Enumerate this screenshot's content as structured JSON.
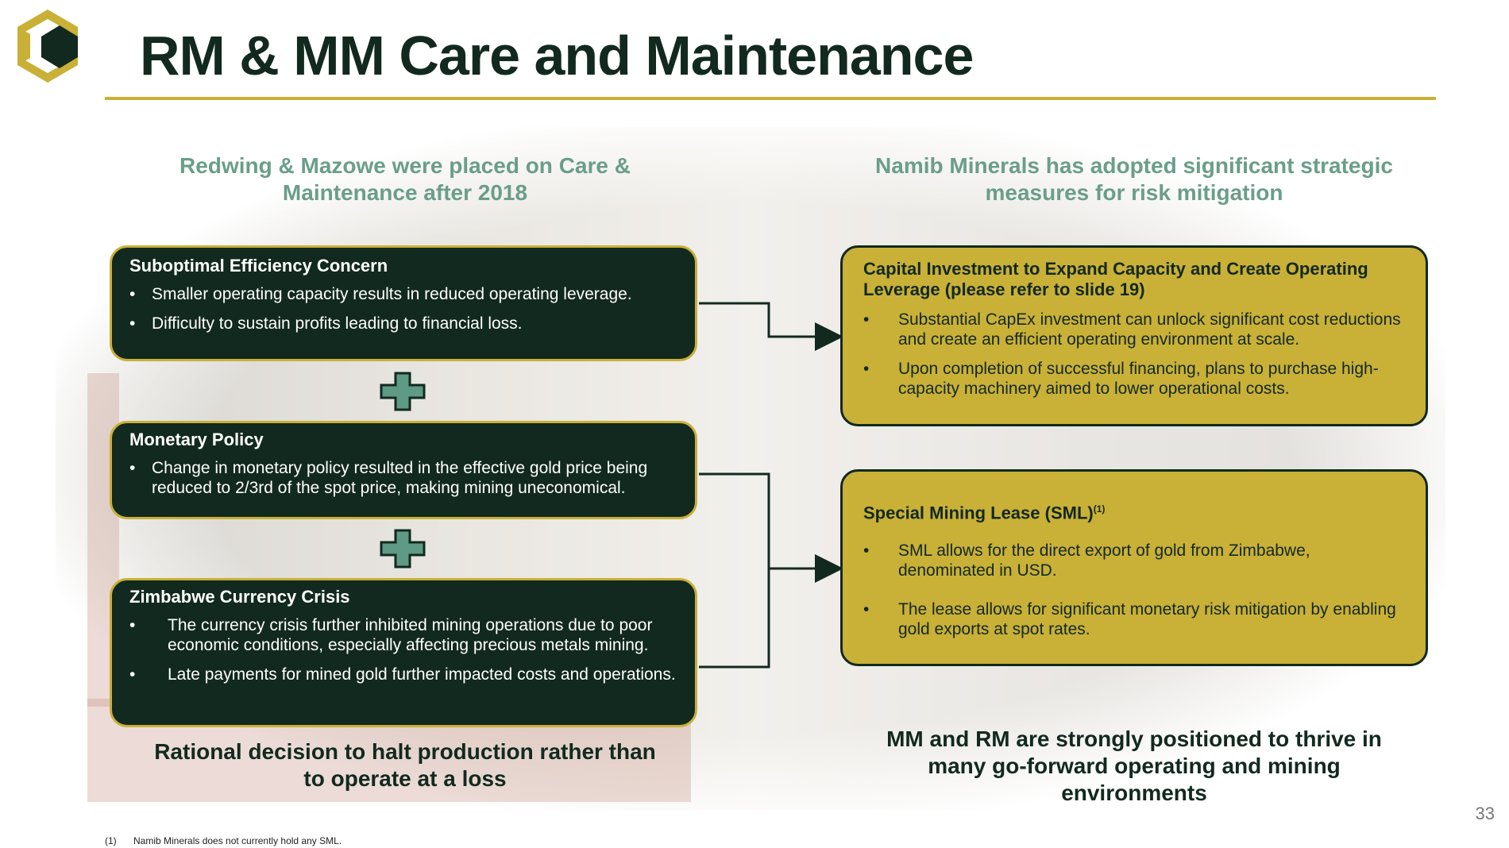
{
  "title": "RM & MM Care and Maintenance",
  "left": {
    "heading": "Redwing & Mazowe were placed on Care & Maintenance after 2018",
    "boxes": [
      {
        "title": "Suboptimal Efficiency Concern",
        "bullets": [
          "Smaller operating capacity results in reduced operating leverage.",
          "Difficulty to sustain profits leading to financial loss."
        ]
      },
      {
        "title": "Monetary Policy",
        "bullets": [
          "Change in monetary policy resulted in the effective gold price being reduced to 2/3rd of the spot price, making mining uneconomical."
        ]
      },
      {
        "title": "Zimbabwe Currency Crisis",
        "bullets": [
          "The currency crisis further inhibited mining operations due to poor economic conditions, especially affecting precious metals mining.",
          "Late payments for mined gold further impacted costs and operations."
        ]
      }
    ],
    "conclusion": "Rational decision to halt production rather than to operate at a loss"
  },
  "right": {
    "heading": "Namib Minerals has adopted significant strategic measures for risk mitigation",
    "boxes": [
      {
        "title": "Capital Investment to Expand Capacity and Create Operating Leverage  (please refer to slide 19)",
        "bullets": [
          "Substantial CapEx investment can unlock significant cost reductions and create an efficient operating environment at scale.",
          "Upon completion of successful financing, plans to purchase high-capacity machinery aimed to lower operational costs."
        ]
      },
      {
        "title": "Special Mining Lease (SML)",
        "title_sup": "(1)",
        "bullets": [
          "SML allows for the direct export of gold from Zimbabwe, denominated in USD.",
          "The lease allows for significant monetary risk mitigation by enabling gold exports at spot rates."
        ]
      }
    ],
    "conclusion": "MM and RM are strongly positioned to thrive in many go-forward operating and mining environments"
  },
  "bullet_char": "•",
  "footnote": {
    "mark": "(1)",
    "text": "Namib Minerals does not currently hold any SML."
  },
  "page_number": "33",
  "colors": {
    "dark_green": "#12291f",
    "gold": "#c9b037",
    "heading_green": "#6a9e8a",
    "plus_fill": "#5e9a86"
  }
}
